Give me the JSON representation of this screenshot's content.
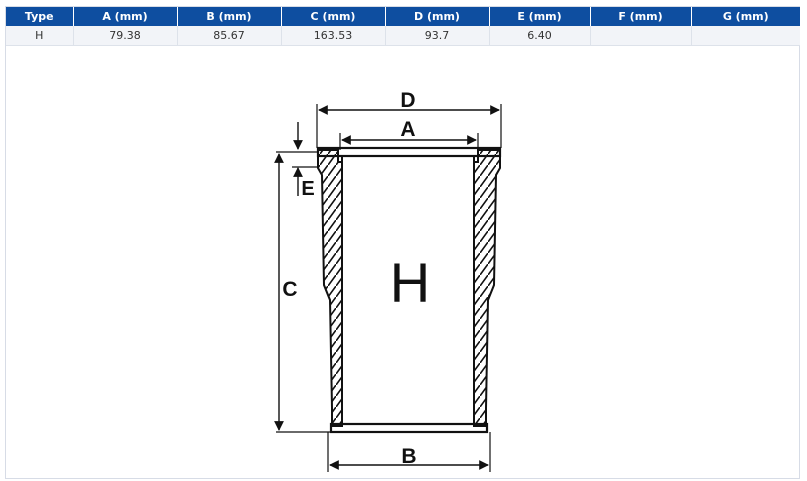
{
  "table": {
    "headers": [
      "Type",
      "A (mm)",
      "B (mm)",
      "C (mm)",
      "D (mm)",
      "E (mm)",
      "F (mm)",
      "G (mm)"
    ],
    "rows": [
      [
        "H",
        "79.38",
        "85.67",
        "163.53",
        "93.7",
        "6.40",
        "",
        ""
      ]
    ]
  },
  "diagram": {
    "labels": {
      "d": "D",
      "a": "A",
      "e": "E",
      "c": "C",
      "b": "B",
      "type": "H"
    }
  }
}
